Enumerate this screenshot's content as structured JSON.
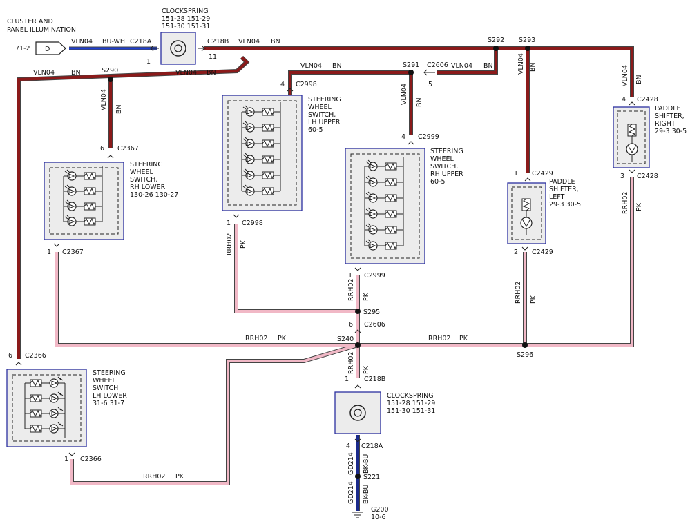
{
  "title": {
    "line1": "CLUSTER AND",
    "line2": "PANEL ILLUMINATION",
    "ref": "71-2",
    "connector_letter": "D"
  },
  "colors": {
    "vln04_bn": "#8b1a1a",
    "rrh02_pk": "#f1b8c6",
    "bu_wh": "#1f3fd0",
    "gd214_bkbu": "#1a2a8c",
    "box_border": "#2b2fa0"
  },
  "top_clockspring": {
    "title": "CLOCKSPRING",
    "ref1": "151-28  151-29",
    "ref2": "151-30  151-31",
    "conn_left": "C218A",
    "pin_left": "1",
    "conn_right": "C218B",
    "pin_right": "11"
  },
  "wire_labels": {
    "vln04": "VLN04",
    "bn": "BN",
    "bu_wh": "BU-WH",
    "rrh02": "RRH02",
    "pk": "PK",
    "gd214": "GD214",
    "bk_bu": "BK-BU"
  },
  "splices": {
    "s290": "S290",
    "s291": "S291",
    "s292": "S292",
    "s293": "S293",
    "s295": "S295",
    "s240": "S240",
    "s296": "S296",
    "s221": "S221"
  },
  "connector_c2606": {
    "label": "C2606",
    "pin_top": "5",
    "pin_bottom": "6"
  },
  "components": {
    "rh_lower": {
      "name1": "STEERING",
      "name2": "WHEEL",
      "name3": "SWITCH,",
      "name4": "RH LOWER",
      "ref": "130-26  130-27",
      "conn_top": "C2367",
      "pin_top": "6",
      "conn_bottom": "C2367",
      "pin_bottom": "1"
    },
    "lh_upper": {
      "name1": "STEERING",
      "name2": "WHEEL",
      "name3": "SWITCH,",
      "name4": "LH UPPER",
      "ref": "60-5",
      "conn_top": "C2998",
      "pin_top": "4",
      "conn_bottom": "C2998",
      "pin_bottom": "1"
    },
    "rh_upper": {
      "name1": "STEERING",
      "name2": "WHEEL",
      "name3": "SWITCH,",
      "name4": "RH UPPER",
      "ref": "60-5",
      "conn_top": "C2999",
      "pin_top": "4",
      "conn_bottom": "C2999",
      "pin_bottom": "1"
    },
    "paddle_left": {
      "name1": "PADDLE",
      "name2": "SHIFTER,",
      "name3": "LEFT",
      "ref": "29-3    30-5",
      "conn_top": "C2429",
      "pin_top": "1",
      "conn_bottom": "C2429",
      "pin_bottom": "2"
    },
    "paddle_right": {
      "name1": "PADDLE",
      "name2": "SHIFTER,",
      "name3": "RIGHT",
      "ref": "29-3    30-5",
      "conn_top": "C2428",
      "pin_top": "4",
      "conn_bottom": "C2428",
      "pin_bottom": "3"
    },
    "lh_lower": {
      "name1": "STEERING",
      "name2": "WHEEL",
      "name3": "SWITCH",
      "name4": "LH LOWER",
      "ref": "31-6    31-7",
      "conn_top": "C2366",
      "pin_top": "6",
      "conn_bottom": "C2366",
      "pin_bottom": "1"
    },
    "bottom_clockspring": {
      "title": "CLOCKSPRING",
      "ref1": "151-28  151-29",
      "ref2": "151-30  151-31",
      "conn_top": "C218B",
      "pin_top": "1",
      "conn_bottom": "C218A",
      "pin_bottom": "4"
    }
  },
  "ground": {
    "label": "G200",
    "ref": "10-6"
  }
}
